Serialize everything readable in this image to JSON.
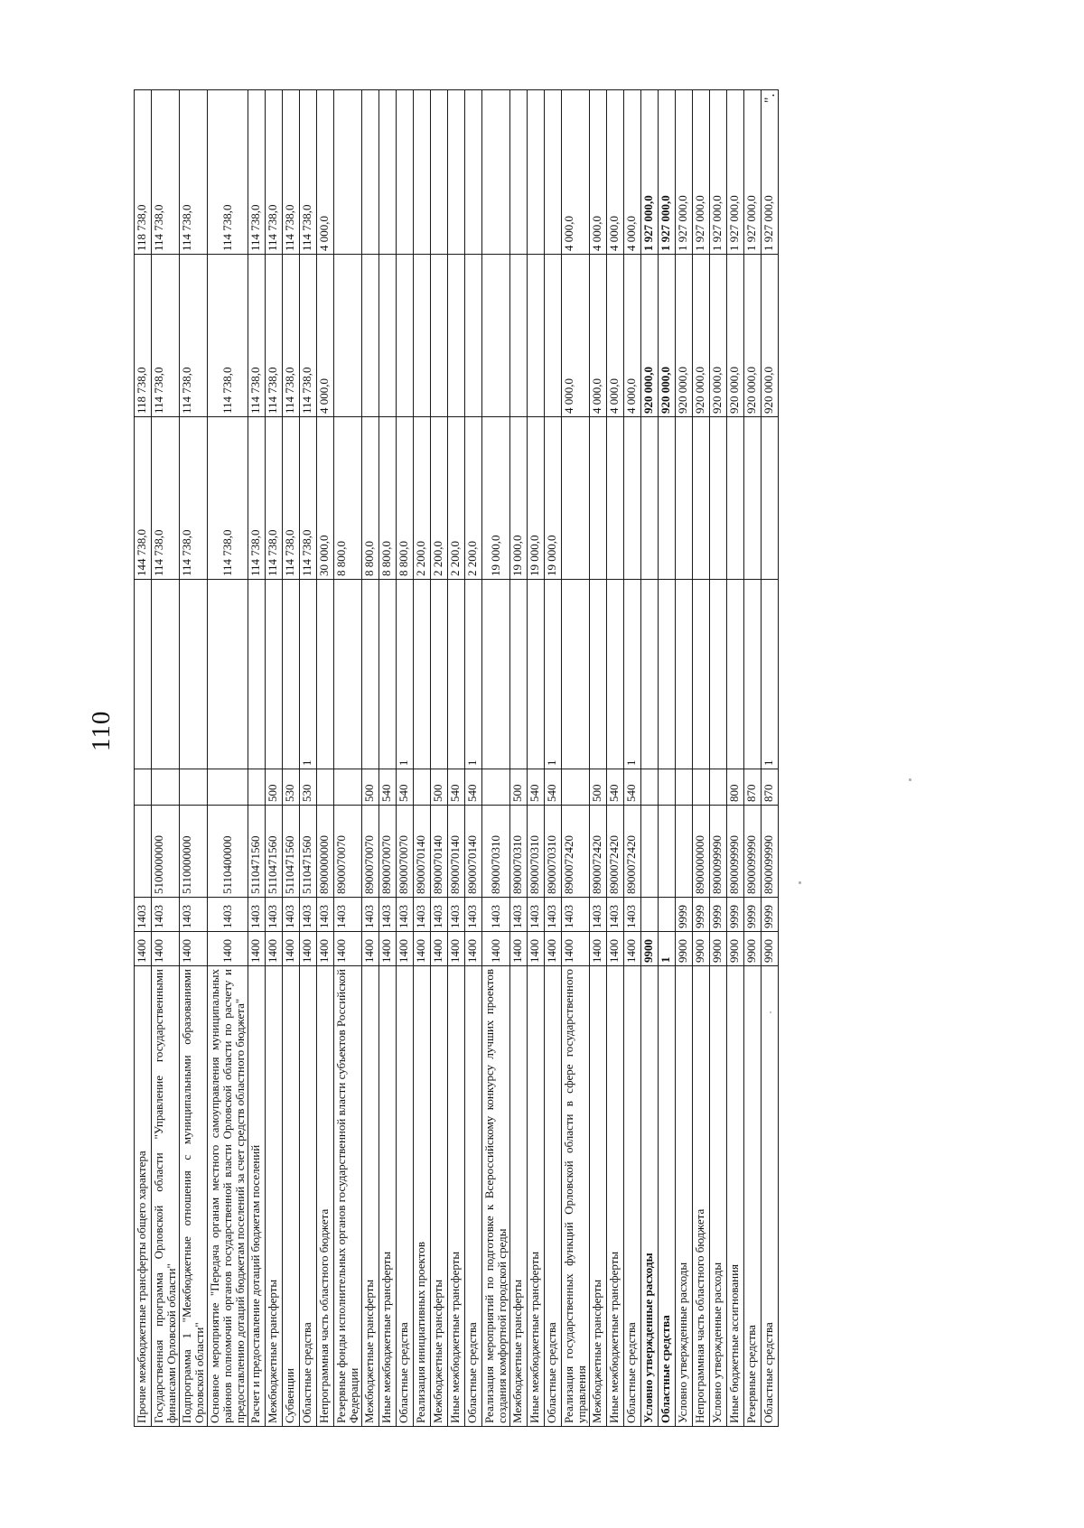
{
  "page_number": "110",
  "closing_quote": "\".",
  "rows": [
    {
      "name": "Прочие межбюджетные трансферты общего характера",
      "c1": "1400",
      "c2": "1403",
      "c3": "",
      "c4": "",
      "c5": "",
      "v1": "144 738,0",
      "v2": "118 738,0",
      "v3": "118 738,0",
      "bold": false,
      "tall": false
    },
    {
      "name": "Государственная программа Орловской области \"Управление государственными финансами Орловской области\"",
      "c1": "1400",
      "c2": "1403",
      "c3": "5100000000",
      "c4": "",
      "c5": "",
      "v1": "114 738,0",
      "v2": "114 738,0",
      "v3": "114 738,0",
      "bold": false,
      "tall": false
    },
    {
      "name": "Подпрограмма 1 \"Межбюджетные отношения с муниципальными образованиями Орловской области\"",
      "c1": "1400",
      "c2": "1403",
      "c3": "5110000000",
      "c4": "",
      "c5": "",
      "v1": "114 738,0",
      "v2": "114 738,0",
      "v3": "114 738,0",
      "bold": false,
      "tall": false
    },
    {
      "name": "Основное мероприятие \"Передача органам местного самоуправления муниципальных районов полномочий органов государственной власти Орловской области по расчету и предоставлению дотаций бюджетам поселений за счет средств областного бюджета\"",
      "c1": "1400",
      "c2": "1403",
      "c3": "5110400000",
      "c4": "",
      "c5": "",
      "v1": "114 738,0",
      "v2": "114 738,0",
      "v3": "114 738,0",
      "bold": false,
      "tall": true
    },
    {
      "name": "Расчет и предоставление дотаций бюджетам поселений",
      "c1": "1400",
      "c2": "1403",
      "c3": "5110471560",
      "c4": "",
      "c5": "",
      "v1": "114 738,0",
      "v2": "114 738,0",
      "v3": "114 738,0",
      "bold": false,
      "tall": false
    },
    {
      "name": "Межбюджетные трансферты",
      "c1": "1400",
      "c2": "1403",
      "c3": "5110471560",
      "c4": "500",
      "c5": "",
      "v1": "114 738,0",
      "v2": "114 738,0",
      "v3": "114 738,0",
      "bold": false,
      "tall": false
    },
    {
      "name": "Субвенции",
      "c1": "1400",
      "c2": "1403",
      "c3": "5110471560",
      "c4": "530",
      "c5": "",
      "v1": "114 738,0",
      "v2": "114 738,0",
      "v3": "114 738,0",
      "bold": false,
      "tall": false
    },
    {
      "name": "Областные средства",
      "c1": "1400",
      "c2": "1403",
      "c3": "5110471560",
      "c4": "530",
      "c5": "1",
      "v1": "114 738,0",
      "v2": "114 738,0",
      "v3": "114 738,0",
      "bold": false,
      "tall": false
    },
    {
      "name": "Непрограммная часть областного бюджета",
      "c1": "1400",
      "c2": "1403",
      "c3": "8900000000",
      "c4": "",
      "c5": "",
      "v1": "30 000,0",
      "v2": "4 000,0",
      "v3": "4 000,0",
      "bold": false,
      "tall": false
    },
    {
      "name": "Резервные фонды исполнительных органов государственной власти субъектов Российской Федерации",
      "c1": "1400",
      "c2": "1403",
      "c3": "8900070070",
      "c4": "",
      "c5": "",
      "v1": "8 800,0",
      "v2": "",
      "v3": "",
      "bold": false,
      "tall": false
    },
    {
      "name": "Межбюджетные трансферты",
      "c1": "1400",
      "c2": "1403",
      "c3": "8900070070",
      "c4": "500",
      "c5": "",
      "v1": "8 800,0",
      "v2": "",
      "v3": "",
      "bold": false,
      "tall": false
    },
    {
      "name": "Иные межбюджетные трансферты",
      "c1": "1400",
      "c2": "1403",
      "c3": "8900070070",
      "c4": "540",
      "c5": "",
      "v1": "8 800,0",
      "v2": "",
      "v3": "",
      "bold": false,
      "tall": false
    },
    {
      "name": "Областные средства",
      "c1": "1400",
      "c2": "1403",
      "c3": "8900070070",
      "c4": "540",
      "c5": "1",
      "v1": "8 800,0",
      "v2": "",
      "v3": "",
      "bold": false,
      "tall": false
    },
    {
      "name": "Реализация инициативных проектов",
      "c1": "1400",
      "c2": "1403",
      "c3": "8900070140",
      "c4": "",
      "c5": "",
      "v1": "2 200,0",
      "v2": "",
      "v3": "",
      "bold": false,
      "tall": false
    },
    {
      "name": "Межбюджетные трансферты",
      "c1": "1400",
      "c2": "1403",
      "c3": "8900070140",
      "c4": "500",
      "c5": "",
      "v1": "2 200,0",
      "v2": "",
      "v3": "",
      "bold": false,
      "tall": false
    },
    {
      "name": "Иные межбюджетные трансферты",
      "c1": "1400",
      "c2": "1403",
      "c3": "8900070140",
      "c4": "540",
      "c5": "",
      "v1": "2 200,0",
      "v2": "",
      "v3": "",
      "bold": false,
      "tall": false
    },
    {
      "name": "Областные средства",
      "c1": "1400",
      "c2": "1403",
      "c3": "8900070140",
      "c4": "540",
      "c5": "1",
      "v1": "2 200,0",
      "v2": "",
      "v3": "",
      "bold": false,
      "tall": false
    },
    {
      "name": "Реализация мероприятий по подготовке к Всероссийскому конкурсу лучших проектов создания комфортной городской среды",
      "c1": "1400",
      "c2": "1403",
      "c3": "8900070310",
      "c4": "",
      "c5": "",
      "v1": "19 000,0",
      "v2": "",
      "v3": "",
      "bold": false,
      "tall": true
    },
    {
      "name": "Межбюджетные трансферты",
      "c1": "1400",
      "c2": "1403",
      "c3": "8900070310",
      "c4": "500",
      "c5": "",
      "v1": "19 000,0",
      "v2": "",
      "v3": "",
      "bold": false,
      "tall": false
    },
    {
      "name": "Иные межбюджетные трансферты",
      "c1": "1400",
      "c2": "1403",
      "c3": "8900070310",
      "c4": "540",
      "c5": "",
      "v1": "19 000,0",
      "v2": "",
      "v3": "",
      "bold": false,
      "tall": false
    },
    {
      "name": "Областные средства",
      "c1": "1400",
      "c2": "1403",
      "c3": "8900070310",
      "c4": "540",
      "c5": "1",
      "v1": "19 000,0",
      "v2": "",
      "v3": "",
      "bold": false,
      "tall": false
    },
    {
      "name": "Реализация государственных функций Орловской области в сфере государственного управления",
      "c1": "1400",
      "c2": "1403",
      "c3": "8900072420",
      "c4": "",
      "c5": "",
      "v1": "",
      "v2": "4 000,0",
      "v3": "4 000,0",
      "bold": false,
      "tall": false
    },
    {
      "name": "Межбюджетные трансферты",
      "c1": "1400",
      "c2": "1403",
      "c3": "8900072420",
      "c4": "500",
      "c5": "",
      "v1": "",
      "v2": "4 000,0",
      "v3": "4 000,0",
      "bold": false,
      "tall": false
    },
    {
      "name": "Иные межбюджетные трансферты",
      "c1": "1400",
      "c2": "1403",
      "c3": "8900072420",
      "c4": "540",
      "c5": "",
      "v1": "",
      "v2": "4 000,0",
      "v3": "4 000,0",
      "bold": false,
      "tall": false
    },
    {
      "name": "Областные средства",
      "c1": "1400",
      "c2": "1403",
      "c3": "8900072420",
      "c4": "540",
      "c5": "1",
      "v1": "",
      "v2": "4 000,0",
      "v3": "4 000,0",
      "bold": false,
      "tall": false
    },
    {
      "name": "Условно утвержденные расходы",
      "c1": "9900",
      "c2": "",
      "c3": "",
      "c4": "",
      "c5": "",
      "v1": "",
      "v2": "920 000,0",
      "v3": "1 927 000,0",
      "bold": true,
      "tall": false
    },
    {
      "name": "Областные средства",
      "c1": "1",
      "c2": "",
      "c3": "",
      "c4": "",
      "c5": "",
      "v1": "",
      "v2": "920 000,0",
      "v3": "1 927 000,0",
      "bold": true,
      "tall": false
    },
    {
      "name": "Условно утвержденные расходы",
      "c1": "9900",
      "c2": "9999",
      "c3": "",
      "c4": "",
      "c5": "",
      "v1": "",
      "v2": "920 000,0",
      "v3": "1 927 000,0",
      "bold": false,
      "tall": false
    },
    {
      "name": "Непрограммная часть областного бюджета",
      "c1": "9900",
      "c2": "9999",
      "c3": "8900000000",
      "c4": "",
      "c5": "",
      "v1": "",
      "v2": "920 000,0",
      "v3": "1 927 000,0",
      "bold": false,
      "tall": false
    },
    {
      "name": "Условно утвержденные расходы",
      "c1": "9900",
      "c2": "9999",
      "c3": "8900099990",
      "c4": "",
      "c5": "",
      "v1": "",
      "v2": "920 000,0",
      "v3": "1 927 000,0",
      "bold": false,
      "tall": false
    },
    {
      "name": "Иные бюджетные ассигнования",
      "c1": "9900",
      "c2": "9999",
      "c3": "8900099990",
      "c4": "800",
      "c5": "",
      "v1": "",
      "v2": "920 000,0",
      "v3": "1 927 000,0",
      "bold": false,
      "tall": false
    },
    {
      "name": "Резервные средства",
      "c1": "9900",
      "c2": "9999",
      "c3": "8900099990",
      "c4": "870",
      "c5": "",
      "v1": "",
      "v2": "920 000,0",
      "v3": "1 927 000,0",
      "bold": false,
      "tall": false
    },
    {
      "name": "Областные средства",
      "c1": "9900",
      "c2": "9999",
      "c3": "8900099990",
      "c4": "870",
      "c5": "1",
      "v1": "",
      "v2": "920 000,0",
      "v3": "1 927 000,0",
      "bold": false,
      "tall": false
    }
  ]
}
